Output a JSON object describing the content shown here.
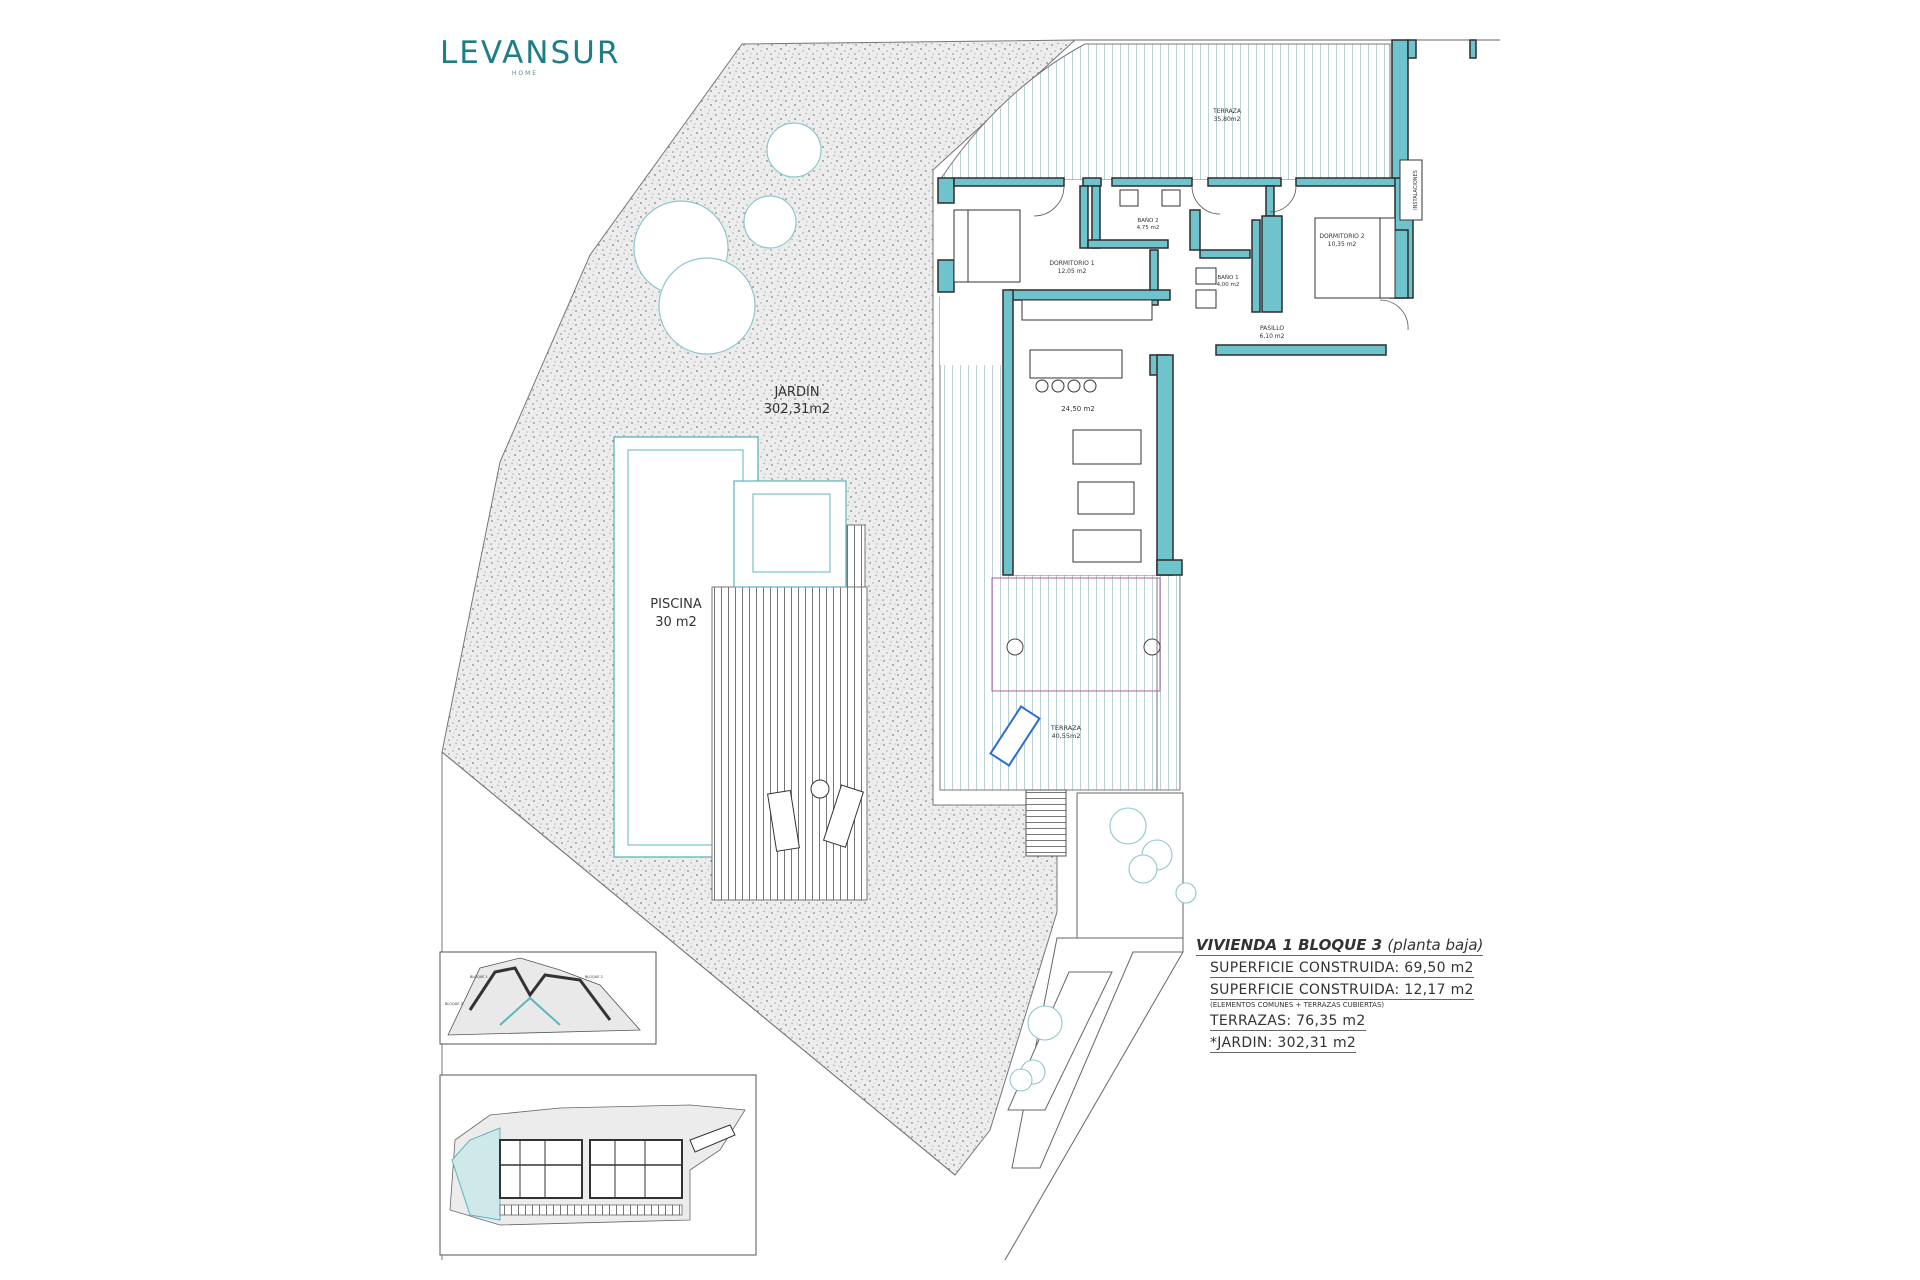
{
  "brand": {
    "name": "LEVANSUR",
    "tagline": "HOME"
  },
  "rooms": {
    "terraza_top": {
      "name": "TERRAZA",
      "area": "35,80m2"
    },
    "bano2": {
      "name": "BAÑO 2",
      "area": "4,75 m2"
    },
    "dormitorio1": {
      "name": "DORMITORIO 1",
      "area": "12,05 m2"
    },
    "bano1": {
      "name": "BAÑO 1",
      "area": "4,00 m2"
    },
    "dormitorio2": {
      "name": "DORMITORIO 2",
      "area": "10,35 m2"
    },
    "instalaciones": {
      "name": "INSTALACIONES"
    },
    "pasillo": {
      "name": "PASILLO",
      "area": "6,10 m2"
    },
    "salon": {
      "area": "24,50 m2"
    },
    "jardin": {
      "name": "JARDIN",
      "area": "302,31m2"
    },
    "piscina": {
      "name": "PISCINA",
      "area": "30 m2"
    },
    "terraza_main": {
      "name": "TERRAZA",
      "area": "40,55m2"
    }
  },
  "summary": {
    "title": "VIVIENDA 1 BLOQUE 3",
    "title_sub": "(planta baja)",
    "construida": "SUPERFICIE CONSTRUIDA: 69,50 m2",
    "construida_comunes": "SUPERFICIE CONSTRUIDA: 12,17 m2",
    "comunes_note": "(ELEMENTOS COMUNES + TERRAZAS CUBIERTAS)",
    "terrazas": "TERRAZAS: 76,35 m2",
    "jardin": "*JARDIN: 302,31 m2"
  },
  "key_plans": {
    "block_labels": [
      "BLOQUE 1",
      "BLOQUE 2",
      "BLOQUE 3"
    ]
  },
  "colors": {
    "wall": "#6ec3cc",
    "wall_dark": "#2d2d2d",
    "gravel_bg": "#f2f2f2",
    "brand": "#1d7e86"
  }
}
